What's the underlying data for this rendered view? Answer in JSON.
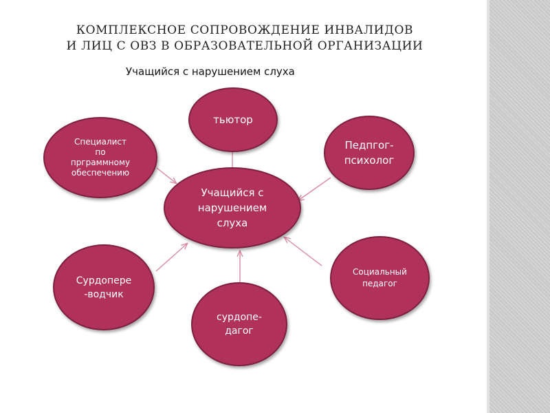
{
  "slide": {
    "title_line_1": "КОМПЛЕКСНОЕ  СОПРОВОЖДЕНИЕ ИНВАЛИДОВ",
    "title_line_2": "И  ЛИЦ  С  ОВЗ В ОБРАЗОВАТЕЛЬНОЙ ОРГАНИЗАЦИИ",
    "subtitle": "Учащийся с нарушением слуха"
  },
  "diagram": {
    "center": {
      "label": "Учащийся с\nнарушением\nслуха"
    },
    "nodes": {
      "tutor": {
        "label": "тьютор"
      },
      "psychologist": {
        "label": "Педпгог-\nпсихолог"
      },
      "software_specialist": {
        "label": "Специалист\nпо\nпрграммному\nобеспечению"
      },
      "sign_interpreter": {
        "label": "Сурдопере\n-водчик"
      },
      "deaf_teacher": {
        "label": "сурдопе-\nдагог"
      },
      "social_teacher": {
        "label": "Социальный\nпедагог"
      }
    }
  },
  "colors": {
    "node_fill": "#b0315a",
    "node_border": "#7e1f3f",
    "arrow": "#d98aa0",
    "stripe": "#c9c9c9"
  }
}
